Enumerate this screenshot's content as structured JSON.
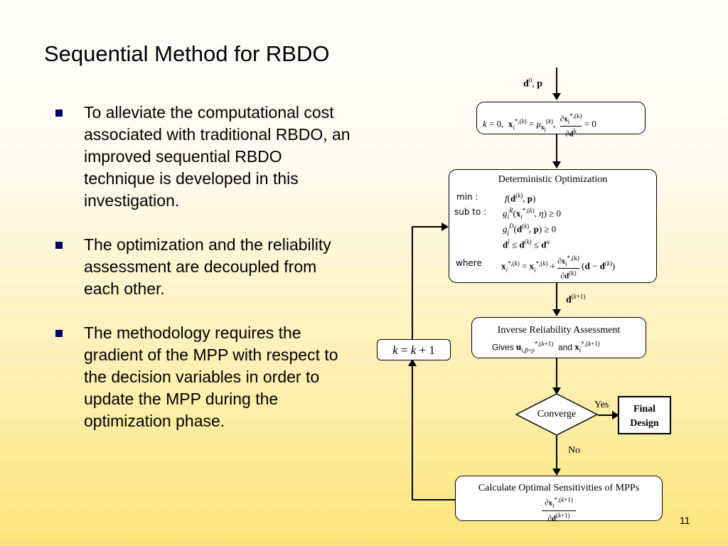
{
  "slide": {
    "title": "Sequential Method for RBDO",
    "page_number": "11",
    "bullets": [
      "To alleviate the computational cost associated with traditional RBDO, an improved sequential RBDO technique is developed in this investigation.",
      "The optimization and the reliability assessment are decoupled from each other.",
      "The methodology requires the gradient of the MPP with respect to the decision variables in order to update the MPP during the optimization phase."
    ]
  },
  "flowchart": {
    "input_label": "d⁰, p",
    "init_box": "k = 0,  x_i^{*,(k)} = μ_{x_i}^{(k)},  ∂x_i^{*,(k)}/∂d^k = 0",
    "det_opt": {
      "title": "Deterministic Optimization",
      "min_key": "min  :",
      "min_val": "f(d(k), p)",
      "subto_key": "sub to  :",
      "c1": "giR(xi*,(k), η) ≥ 0",
      "c2": "gjD(d(k), p) ≥ 0",
      "c3": "dl ≤ d(k) ≤ du",
      "where_key": "where",
      "where_val": "xi*,(k) = xi*,(k) + ∂xi*,(k)/∂d(k) (d − d(k))"
    },
    "edge_label": "d(k+1)",
    "inverse": {
      "title": "Inverse Reliability Assessment",
      "gives": "Gives",
      "and": "and"
    },
    "loop_label": "k = k + 1",
    "converge": "Converge",
    "yes": "Yes",
    "no": "No",
    "final": "Final Design",
    "sensitivities_title": "Calculate Optimal Sensitivities of MPPs"
  }
}
